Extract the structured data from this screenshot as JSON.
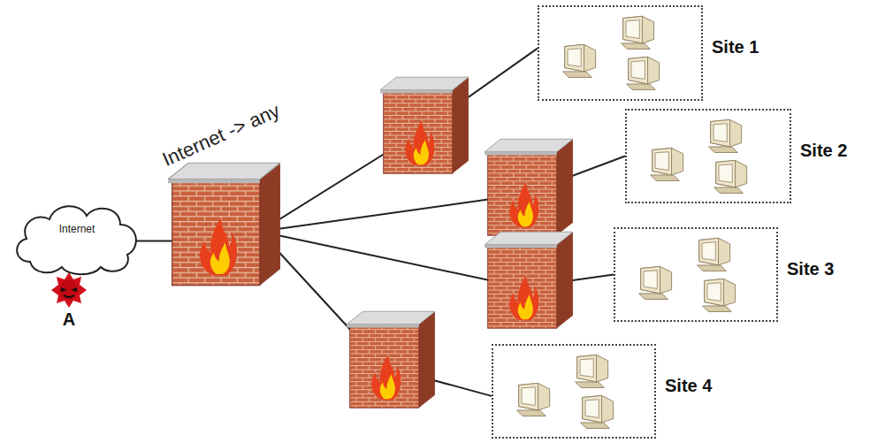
{
  "diagram": {
    "nodes": [
      {
        "text": [
          "Internet"
        ]
      },
      {
        "text": [
          "Internet -> any"
        ]
      },
      {
        "text": [
          "Site 1"
        ]
      },
      {
        "text": [
          "Site 2"
        ]
      },
      {
        "text": [
          "Site 3"
        ]
      },
      {
        "text": [
          "Site 4"
        ]
      }
    ],
    "edges": [
      {
        "from": 0,
        "to": 1,
        "arrow": "none"
      },
      {
        "from": 1,
        "to": 2,
        "arrow": "none"
      },
      {
        "from": 1,
        "to": 3,
        "arrow": "none"
      },
      {
        "from": 1,
        "to": 4,
        "arrow": "none"
      },
      {
        "from": 1,
        "to": 5,
        "arrow": "none"
      }
    ],
    "labels": [
      "A"
    ]
  }
}
